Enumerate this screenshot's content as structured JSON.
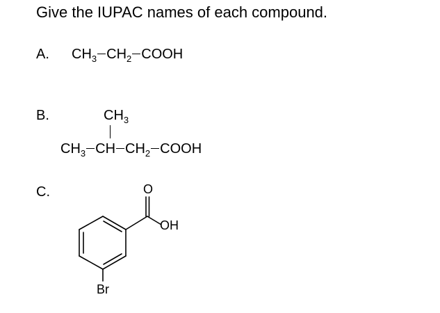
{
  "question": {
    "title": "Give the IUPAC names of each compound."
  },
  "items": [
    {
      "label": "A.",
      "formula": {
        "g1": "CH",
        "g1_sub": "3",
        "g2": "CH",
        "g2_sub": "2",
        "g3": "COOH"
      }
    },
    {
      "label": "B.",
      "branch": {
        "text": "CH",
        "sub": "3"
      },
      "formula": {
        "g1": "CH",
        "g1_sub": "3",
        "g2": "CH",
        "g3": "CH",
        "g3_sub": "2",
        "g4": "COOH"
      }
    },
    {
      "label": "C.",
      "structure": {
        "carbonyl_oxygen": "O",
        "hydroxyl": "OH",
        "substituent": "Br"
      }
    }
  ]
}
